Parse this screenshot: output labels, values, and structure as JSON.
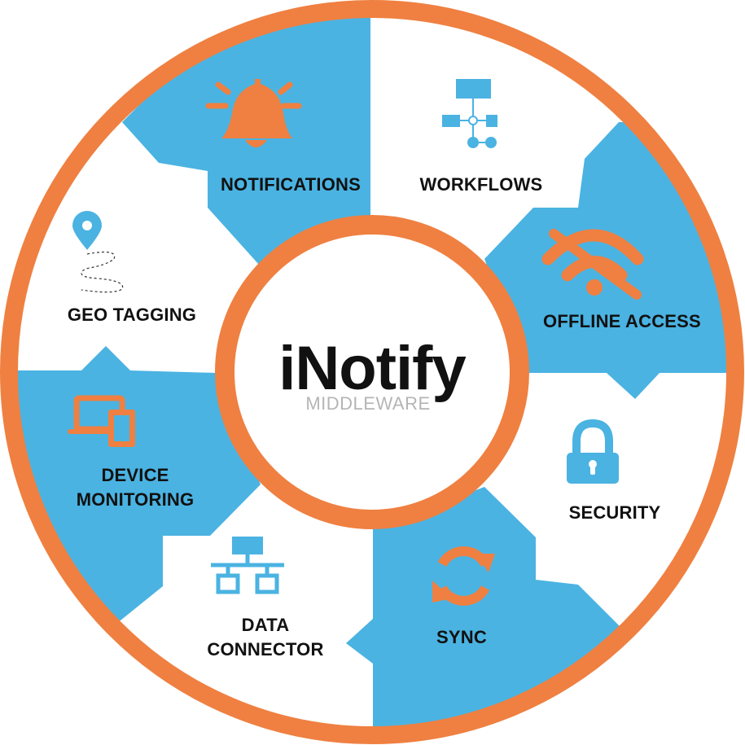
{
  "center": {
    "title": "iNotify",
    "subtitle": "MIDDLEWARE"
  },
  "colors": {
    "orange": "#ef8041",
    "blue": "#4ab3e2",
    "white": "#ffffff",
    "text": "#111111",
    "subtitle": "#b5b5b5"
  },
  "segments": [
    {
      "name": "notifications",
      "lines": [
        "NOTIFICATIONS"
      ],
      "fill": "blue",
      "icon": "bell-icon",
      "icon_color": "orange"
    },
    {
      "name": "workflows",
      "lines": [
        "WORKFLOWS"
      ],
      "fill": "white",
      "icon": "workflow-icon",
      "icon_color": "blue"
    },
    {
      "name": "offline-access",
      "lines": [
        "OFFLINE ACCESS"
      ],
      "fill": "blue",
      "icon": "wifi-off-icon",
      "icon_color": "orange"
    },
    {
      "name": "security",
      "lines": [
        "SECURITY"
      ],
      "fill": "white",
      "icon": "lock-icon",
      "icon_color": "blue"
    },
    {
      "name": "sync",
      "lines": [
        "SYNC"
      ],
      "fill": "blue",
      "icon": "sync-icon",
      "icon_color": "orange"
    },
    {
      "name": "data-connector",
      "lines": [
        "DATA",
        "CONNECTOR"
      ],
      "fill": "white",
      "icon": "network-icon",
      "icon_color": "blue"
    },
    {
      "name": "device-monitoring",
      "lines": [
        "DEVICE",
        "MONITORING"
      ],
      "fill": "blue",
      "icon": "devices-icon",
      "icon_color": "orange"
    },
    {
      "name": "geo-tagging",
      "lines": [
        "GEO TAGGING"
      ],
      "fill": "white",
      "icon": "location-pin-icon",
      "icon_color": "blue"
    }
  ]
}
